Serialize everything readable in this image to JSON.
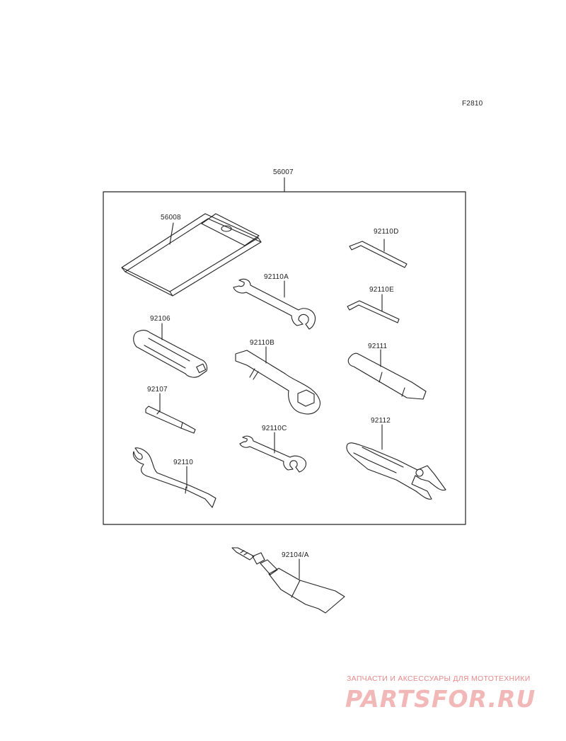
{
  "figure_code": "F2810",
  "kit_label": "56007",
  "parts": {
    "pouch": "56008",
    "hex_key_d": "92110D",
    "wrench_a": "92110A",
    "hex_key_e": "92110E",
    "screwdriver_handle": "92106",
    "ring_wrench_b": "92110B",
    "extension_bar": "92111",
    "screwdriver_bit": "92107",
    "wrench_c": "92110C",
    "pliers": "92112",
    "hook_spanner": "92110",
    "grease_tube": "92104/A"
  },
  "watermark": {
    "subtitle": "ЗАПЧАСТИ И АКСЕССУАРЫ ДЛЯ МОТОТЕХНИКИ",
    "brand": "PARTSFOR.RU"
  }
}
